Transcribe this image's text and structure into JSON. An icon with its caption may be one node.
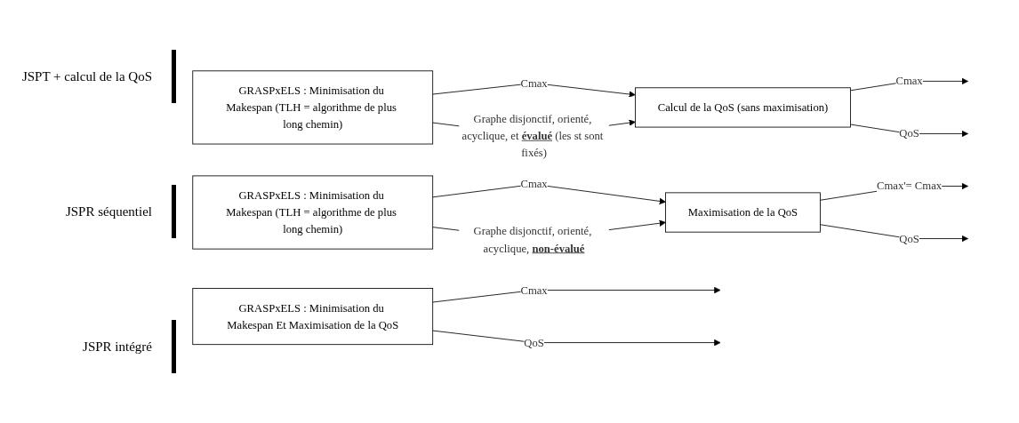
{
  "diagram": {
    "nodes": [
      {
        "text": [
          "GRASPxELS : Minimisation du Makespan (TLH = algorithme de plus long chemin)"
        ]
      },
      {
        "text": [
          "Calcul de la QoS (sans maximisation)"
        ]
      },
      {
        "text": [
          "GRASPxELS : Minimisation du Makespan (TLH = algorithme de plus long chemin)"
        ]
      },
      {
        "text": [
          "Maximisation de la QoS"
        ]
      },
      {
        "text": [
          "GRASPxELS : Minimisation du Makespan Et Maximisation de la QoS"
        ]
      }
    ],
    "edges": [
      {
        "from": 0,
        "to": 1,
        "arrow": "to",
        "label": "Cmax"
      },
      {
        "from": 0,
        "to": 1,
        "arrow": "to",
        "label": "Graphe disjonctif, orienté, acyclique, et **évalué** (les st sont fixés)"
      },
      {
        "from": 1,
        "to": null,
        "arrow": "to",
        "label": "Cmax"
      },
      {
        "from": 1,
        "to": null,
        "arrow": "to",
        "label": "QoS"
      },
      {
        "from": 2,
        "to": 3,
        "arrow": "to",
        "label": "Cmax"
      },
      {
        "from": 2,
        "to": 3,
        "arrow": "to",
        "label": "Graphe disjonctif, orienté, acyclique, **non-évalué**"
      },
      {
        "from": 3,
        "to": null,
        "arrow": "to",
        "label": "Cmax'= Cmax"
      },
      {
        "from": 3,
        "to": null,
        "arrow": "to",
        "label": "QoS"
      },
      {
        "from": 4,
        "to": null,
        "arrow": "to",
        "label": "Cmax"
      },
      {
        "from": 4,
        "to": null,
        "arrow": "to",
        "label": "QoS"
      }
    ],
    "labels": [
      "JSPT + calcul de la QoS",
      "JSPR séquentiel",
      "JSPR intégré"
    ]
  }
}
